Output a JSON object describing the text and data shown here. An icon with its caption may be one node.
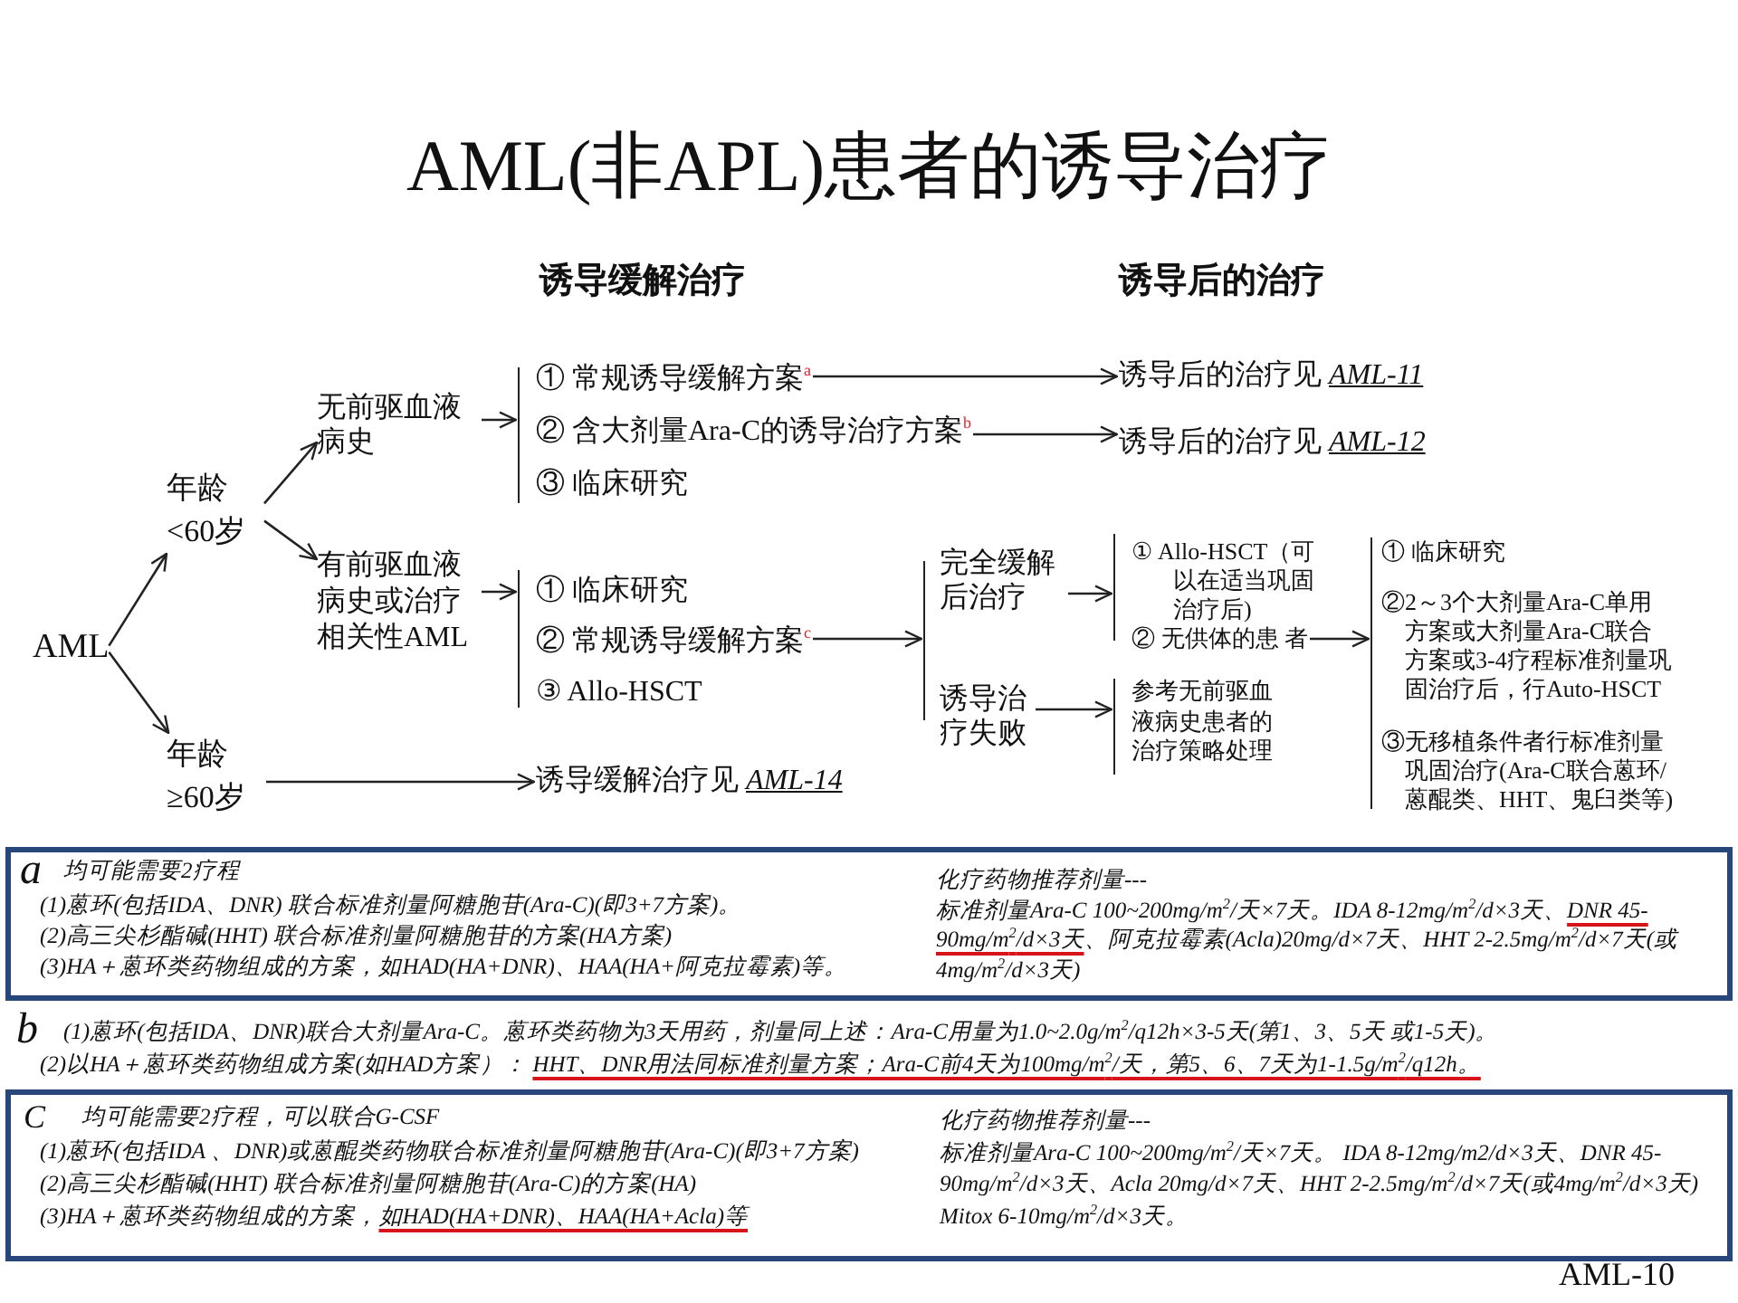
{
  "diagram": {
    "title": "AML(非APL)患者的诱导治疗",
    "nodes": [
      {
        "text": [
          "AML"
        ]
      },
      {
        "text": [
          "年龄<60岁"
        ]
      },
      {
        "text": [
          "年龄≥60岁"
        ]
      },
      {
        "text": [
          "无前驱血液病史"
        ]
      },
      {
        "text": [
          "有前驱血液病史或治疗相关性AML"
        ]
      },
      {
        "text": [],
        "shape": "bar"
      },
      {
        "text": [
          "① 常规诱导缓解方案$^{a}$"
        ]
      },
      {
        "text": [
          "② 含大剂量Ara-C的诱导治疗方案$^{b}$"
        ]
      },
      {
        "text": [
          "③ 临床研究"
        ]
      },
      {
        "text": [],
        "shape": "bar"
      },
      {
        "text": [
          "① 临床研究"
        ]
      },
      {
        "text": [
          "② 常规诱导缓解方案$^{c}$"
        ]
      },
      {
        "text": [
          "③ Allo-HSCT"
        ]
      },
      {
        "text": [
          "诱导后的治疗见 *AML-11*"
        ]
      },
      {
        "text": [
          "诱导后的治疗见 *AML-12*"
        ]
      },
      {
        "text": [
          "诱导缓解治疗见 *AML-14*"
        ]
      },
      {
        "text": [],
        "shape": "bar"
      },
      {
        "text": [
          "完全缓解后治疗"
        ]
      },
      {
        "text": [
          "诱导治疗失败"
        ]
      },
      {
        "text": [],
        "shape": "bar"
      },
      {
        "text": [
          "① Allo-HSCT（可以在适当巩固治疗后)"
        ]
      },
      {
        "text": [
          "② 无供体的患 者"
        ]
      },
      {
        "text": [],
        "shape": "bar"
      },
      {
        "text": [
          "参考无前驱血液病史患者的治疗策略处理"
        ]
      },
      {
        "text": [],
        "shape": "bar"
      },
      {
        "text": [
          "① 临床研究"
        ]
      },
      {
        "text": [
          "②2～3个大剂量Ara-C单用方案或大剂量Ara-C联合方案或3-4疗程标准剂量巩固治疗后，行Auto-HSCT"
        ]
      },
      {
        "text": [
          "③无移植条件者行标准剂量巩固治疗(Ara-C联合蒽环/蒽醌类、HHT、鬼臼类等)"
        ]
      },
      {
        "text": [
          "a",
          "均可能需要2疗程",
          "(1)蒽环(包括IDA、DNR) 联合标准剂量阿糖胞苷(Ara-C)(即3+7方案)。",
          "(2)高三尖杉酯碱(HHT) 联合标准剂量阿糖胞苷的方案(HA方案)",
          "(3)HA＋蒽环类药物组成的方案，如HAD(HA+DNR)、HAA(HA+阿克拉霉素)等。",
          "化疗药物推荐剂量---",
          "标准剂量Ara-C 100~200mg/m$^{2}$/天×7天。IDA 8-12mg/m$^{2}$/d×3天、DNR 45-90mg/m$^{2}$/d×3天、阿克拉霉素(Acla)20mg/d×7天、HHT 2-2.5mg/m$^{2}$/d×7天(或4mg/m$^{2}$/d×3天)"
        ]
      },
      {
        "text": [
          "C",
          "均可能需要2疗程，可以联合G-CSF",
          "(1)蒽环(包括IDA 、DNR)或蒽醌类药物联合标准剂量阿糖胞苷(Ara-C)(即3+7方案)",
          "(2)高三尖杉酯碱(HHT) 联合标准剂量阿糖胞苷(Ara-C)的方案(HA)",
          "(3)HA＋蒽环类药物组成的方案，如HAD(HA+DNR)、HAA(HA+Acla)等",
          "化疗药物推荐剂量---",
          "标准剂量Ara-C 100~200mg/m$^{2}$/天×7天。 IDA 8-12mg/m2/d×3天、DNR 45-90mg/m$^{2}$/d×3天、Acla 20mg/d×7天、HHT 2-2.5mg/m$^{2}$/d×7天(或4mg/m$^{2}$/d×3天)",
          "Mitox 6-10mg/m$^{2}$/d×3天。"
        ]
      }
    ],
    "edges": [
      {
        "from": 0,
        "to": 1,
        "arrow": "to"
      },
      {
        "from": 0,
        "to": 2,
        "arrow": "to"
      },
      {
        "from": 1,
        "to": 3,
        "arrow": "to"
      },
      {
        "from": 1,
        "to": 4,
        "arrow": "to"
      },
      {
        "from": 3,
        "to": 5,
        "arrow": "to"
      },
      {
        "from": 4,
        "to": 9,
        "arrow": "to"
      },
      {
        "from": 2,
        "to": 15,
        "arrow": "to"
      },
      {
        "from": 6,
        "to": 13,
        "arrow": "to"
      },
      {
        "from": 7,
        "to": 14,
        "arrow": "to"
      },
      {
        "from": 11,
        "to": 16,
        "arrow": "to"
      },
      {
        "from": 17,
        "to": 19,
        "arrow": "to"
      },
      {
        "from": 18,
        "to": 22,
        "arrow": "to"
      },
      {
        "from": 21,
        "to": 24,
        "arrow": "to"
      }
    ],
    "labels": [
      "诱导缓解治疗",
      "诱导后的治疗",
      "b",
      "(1)蒽环(包括IDA、DNR)联合大剂量Ara-C。蒽环类药物为3天用药，剂量同上述：Ara-C用量为1.0~2.0g/m$^{2}$/q12h×3-5天(第1、3、5天 或1-5天)。",
      "(2)以HA＋蒽环类药物组成方案(如HAD方案）： HHT、DNR用法同标准剂量方案；Ara-C前4天为100mg/m$^{2}$/天，第5、6、7天为1-1.5g/m$^{2}$/q12h。",
      "AML-10"
    ]
  }
}
